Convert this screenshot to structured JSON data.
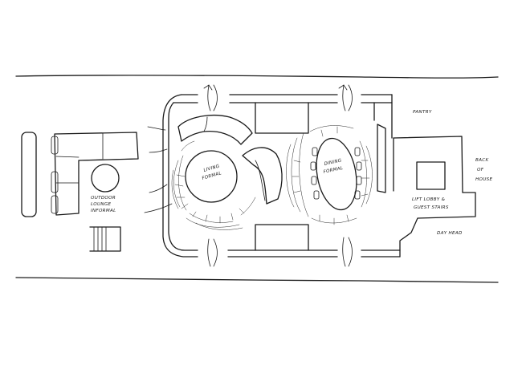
{
  "labels": {
    "pantry": "PANTRY",
    "back_of_house_line1": "BACK",
    "back_of_house_line2": "OF",
    "back_of_house_line3": "HOUSE",
    "lift_lobby_line1": "LIFT LOBBY &",
    "lift_lobby_line2": "GUEST STAIRS",
    "day_head": "DAY HEAD",
    "living_formal_line1": "LIVING",
    "living_formal_line2": "FORMAL",
    "dining_formal_line1": "DINING",
    "dining_formal_line2": "FORMAL",
    "outdoor_lounge_line1": "OUTDOOR",
    "outdoor_lounge_line2": "LOUNGE",
    "outdoor_lounge_line3": "INFORMAL"
  },
  "colors": {
    "ink": "#1a1a1a",
    "paper": "#ffffff"
  }
}
